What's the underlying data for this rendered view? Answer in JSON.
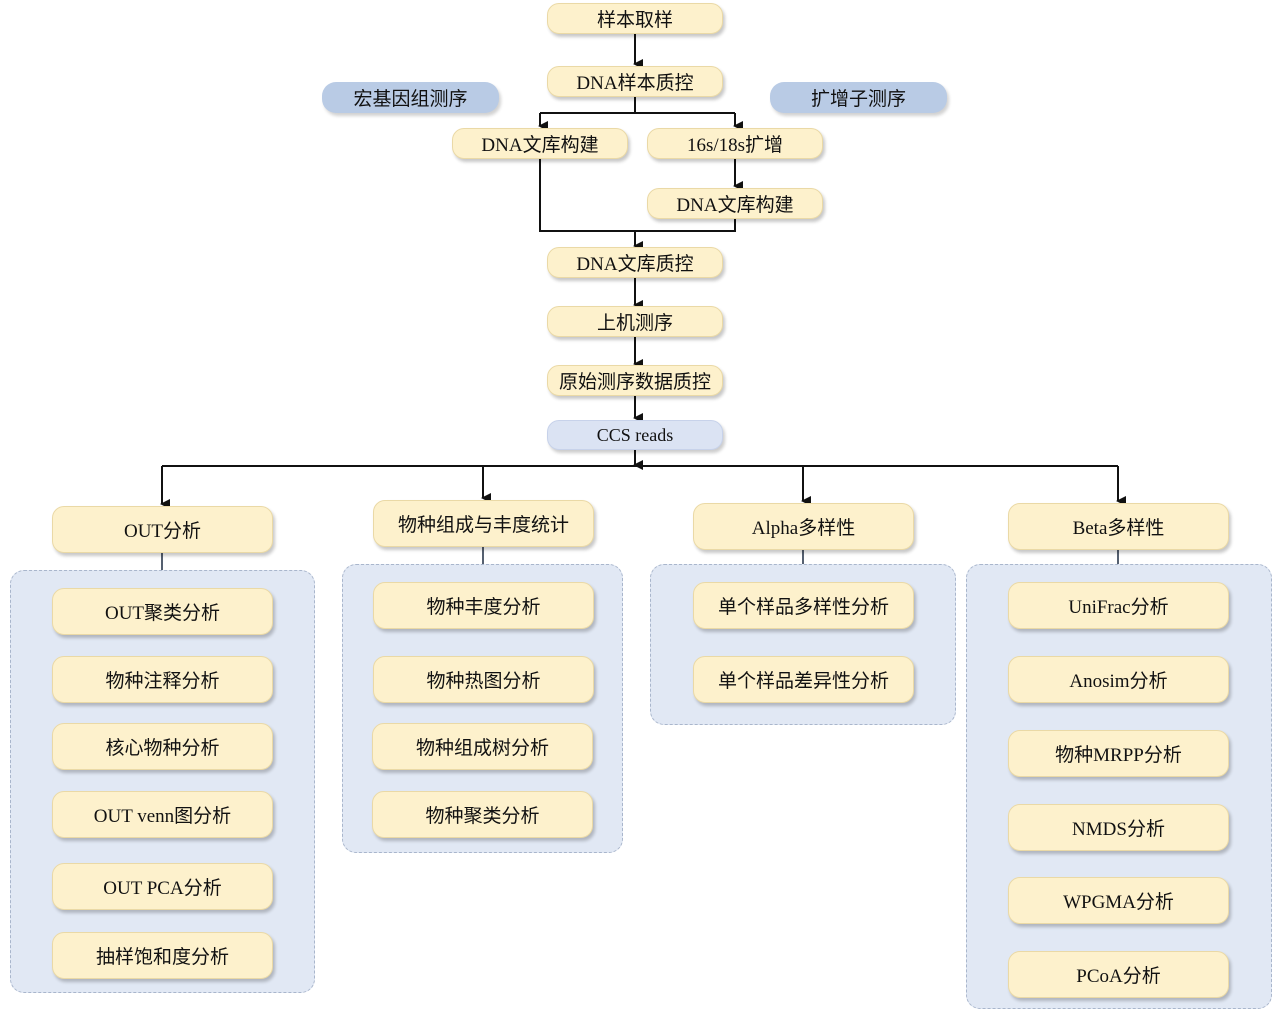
{
  "top": {
    "sampling": "样本取样",
    "dna_qc": "DNA样本质控",
    "metagenome_tag": "宏基因组测序",
    "amplicon_tag": "扩增子测序",
    "dna_lib_left": "DNA文库构建",
    "amplify": "16s/18s扩增",
    "dna_lib_right": "DNA文库构建",
    "lib_qc": "DNA文库质控",
    "sequencing": "上机测序",
    "raw_qc": "原始测序数据质控",
    "ccs": "CCS reads"
  },
  "branches": [
    {
      "title": "OUT分析",
      "items": [
        "OUT聚类分析",
        "物种注释分析",
        "核心物种分析",
        "OUT venn图分析",
        "OUT PCA分析",
        "抽样饱和度分析"
      ]
    },
    {
      "title": "物种组成与丰度统计",
      "items": [
        "物种丰度分析",
        "物种热图分析",
        "物种组成树分析",
        "物种聚类分析"
      ]
    },
    {
      "title": "Alpha多样性",
      "items": [
        "单个样品多样性分析",
        "单个样品差异性分析"
      ]
    },
    {
      "title": "Beta多样性",
      "items": [
        "UniFrac分析",
        "Anosim分析",
        "物种MRPP分析",
        "NMDS分析",
        "WPGMA分析",
        "PCoA分析"
      ]
    }
  ]
}
